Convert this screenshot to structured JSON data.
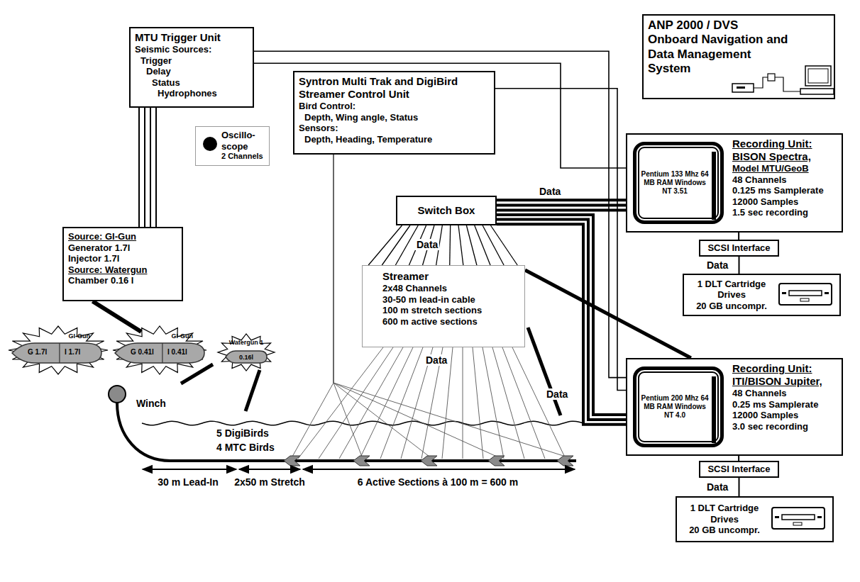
{
  "diagram": {
    "nodes": [
      {
        "text": [
          "MTU Trigger Unit",
          "Seismic Sources:",
          "Trigger",
          "Delay",
          "Status",
          "Hydrophones"
        ]
      },
      {
        "text": [
          "Syntron Multi Trak and DigiBird Streamer Control Unit",
          "Bird Control:",
          "Depth, Wing angle, Status",
          "Sensors:",
          "Depth, Heading, Temperature"
        ]
      },
      {
        "text": [
          "ANP 2000 / DVS Onboard Navigation and Data Management System"
        ]
      },
      {
        "text": [
          "Oscillo- scope",
          "2 Channels"
        ]
      },
      {
        "text": [
          "Recording Unit: BISON Spectra,",
          "Model MTU/GeoB",
          "48 Channels",
          "0.125 ms Samplerate",
          "12000 Samples",
          "1.5 sec recording"
        ]
      },
      {
        "text": [
          "Pentium 133 Mhz 64 MB RAM Windows NT 3.51"
        ],
        "in": 4
      },
      {
        "text": [
          "Switch Box"
        ]
      },
      {
        "text": [
          "Source: GI-Gun",
          "Generator 1.7l",
          "Injector 1.7l",
          "Source: Watergun",
          "Chamber 0.16 l"
        ]
      },
      {
        "text": [
          "SCSI Interface"
        ]
      },
      {
        "text": [
          "Streamer",
          "2x48 Channels",
          "30-50 m lead-in cable",
          "100 m stretch sections",
          "600 m active sections"
        ]
      },
      {
        "text": [
          "1 DLT Cartridge Drives",
          "20 GB uncompr."
        ]
      },
      {
        "text": [
          "Recording Unit: ITI/BISON Jupiter,",
          "48 Channels",
          "0.25 ms Samplerate",
          "12000 Samples",
          "3.0 sec recording"
        ]
      },
      {
        "text": [
          "Pentium 200 Mhz 64 MB RAM Windows NT 4.0"
        ],
        "in": 11
      },
      {
        "text": [
          "SCSI Interface"
        ]
      },
      {
        "text": [
          "1 DLT Cartridge Drives",
          "20 GB uncompr."
        ]
      },
      {
        "text": [
          "GI-Gun",
          "G 1.7l",
          "I 1.7l"
        ]
      },
      {
        "text": [
          "GI-Gun",
          "G 0.41l",
          "I 0.41l"
        ]
      },
      {
        "text": [
          "Watergun 1",
          "0.16l"
        ]
      }
    ],
    "edges": [
      {
        "from": 0,
        "to": 7,
        "arrow": "none"
      },
      {
        "from": 0,
        "to": 4,
        "arrow": "none"
      },
      {
        "from": 0,
        "to": 11,
        "arrow": "none"
      },
      {
        "from": 1,
        "to": 11,
        "arrow": "none"
      },
      {
        "from": 6,
        "to": 4,
        "label": "Data",
        "arrow": "none"
      },
      {
        "from": 6,
        "to": 11,
        "label": "Data",
        "arrow": "none"
      },
      {
        "from": 6,
        "to": 9,
        "label": "Data",
        "arrow": "none"
      },
      {
        "from": 9,
        "to": 11,
        "arrow": "none"
      },
      {
        "from": 4,
        "to": 8,
        "arrow": "none"
      },
      {
        "from": 8,
        "to": 10,
        "label": "Data",
        "arrow": "none"
      },
      {
        "from": 11,
        "to": 13,
        "arrow": "none"
      },
      {
        "from": 13,
        "to": 14,
        "label": "Data",
        "arrow": "none"
      },
      {
        "from": 7,
        "to": 16,
        "arrow": "none"
      }
    ],
    "labels": [
      "Data",
      "5 DigiBirds",
      "4 MTC Birds",
      "Winch",
      "30 m Lead-In",
      "2x50 m Stretch",
      "6 Active Sections à 100 m = 600 m"
    ]
  }
}
